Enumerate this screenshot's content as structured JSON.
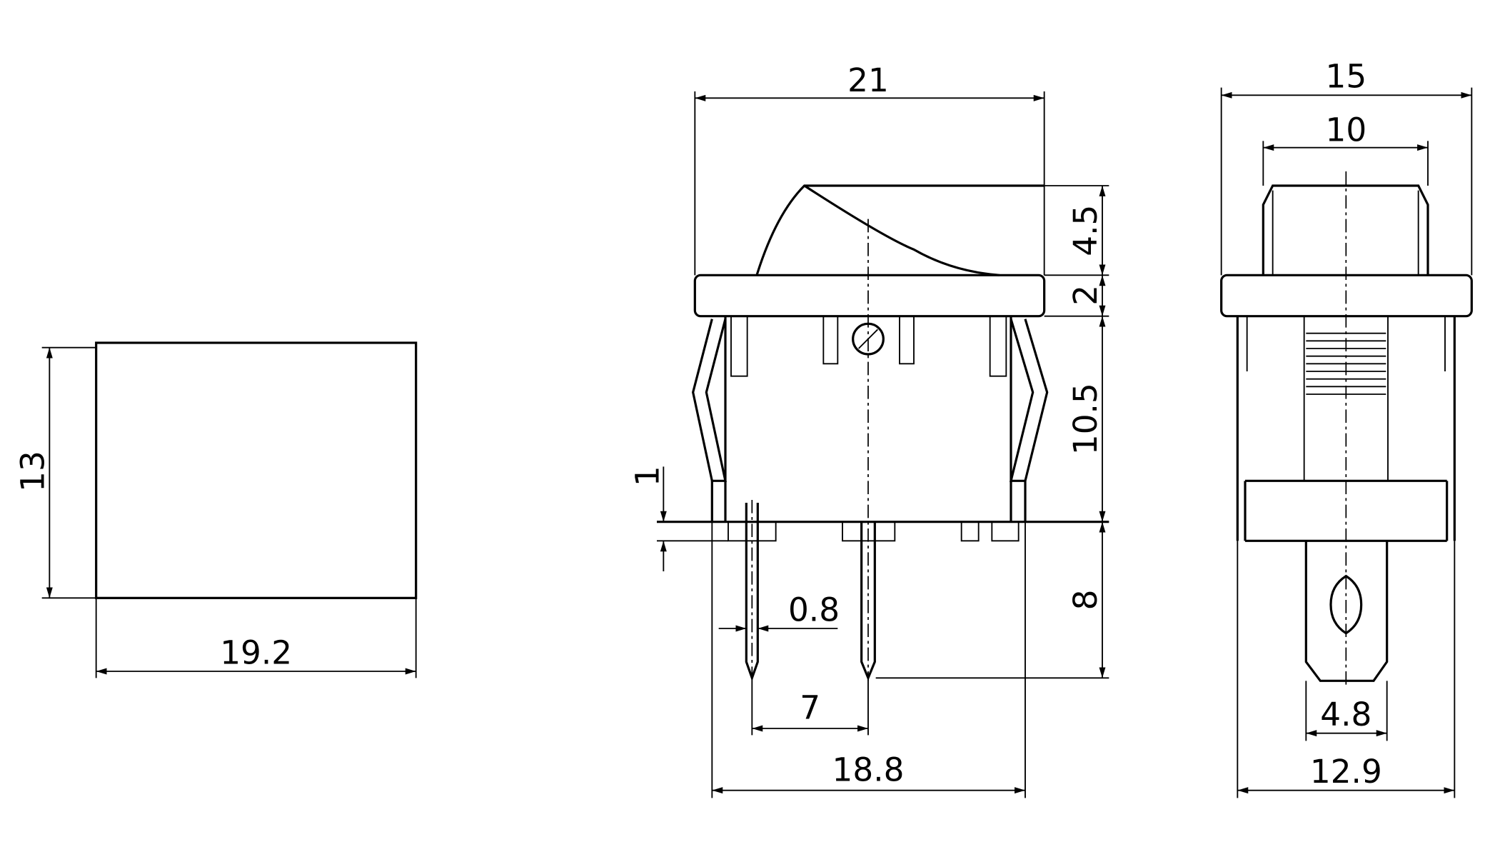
{
  "colors": {
    "line": "#000000",
    "background": "#ffffff"
  },
  "views": {
    "front_panel_cutout": {
      "height": "13",
      "width": "19.2"
    },
    "side_view": {
      "overall_width": "21",
      "rocker_height": "4.5",
      "flange_thickness": "2",
      "body_height": "10.5",
      "base_step": "1",
      "terminal_thickness": "0.8",
      "terminal_length": "8",
      "terminal_pitch": "7",
      "body_width": "18.8"
    },
    "end_view": {
      "overall_width": "15",
      "rocker_width": "10",
      "terminal_width": "4.8",
      "body_width": "12.9"
    }
  }
}
